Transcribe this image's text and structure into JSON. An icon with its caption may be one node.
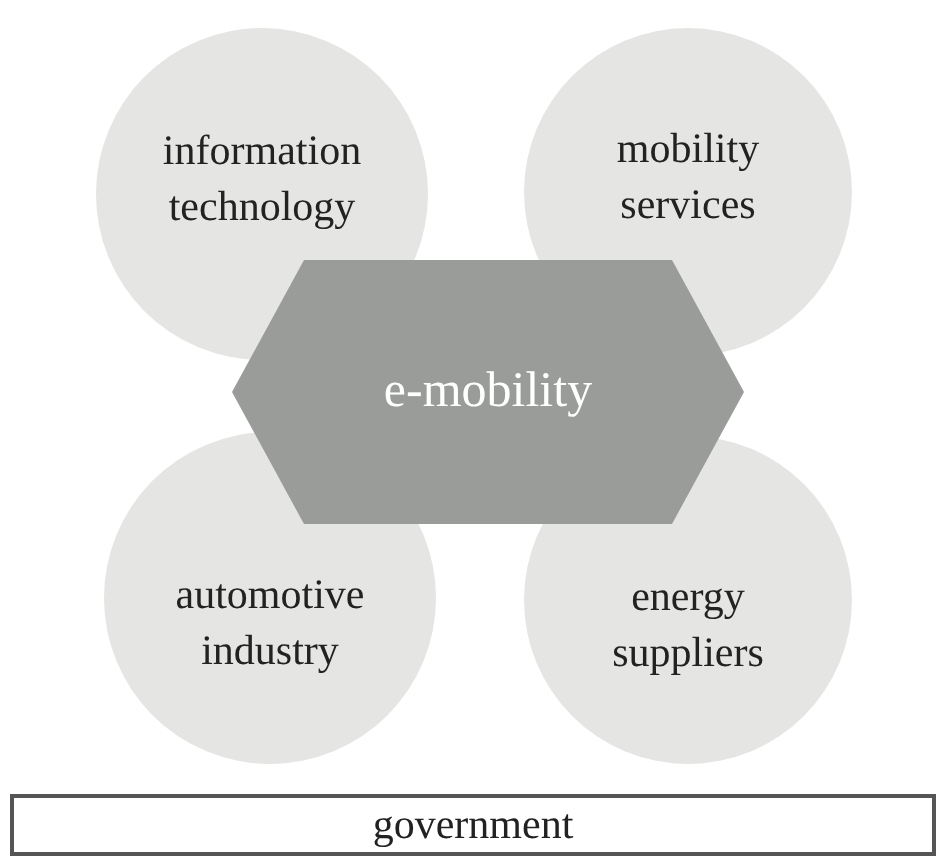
{
  "diagram": {
    "nodes": [
      {
        "text": [
          "information technology"
        ]
      },
      {
        "text": [
          "mobility services"
        ]
      },
      {
        "text": [
          "e-mobility"
        ]
      },
      {
        "text": [
          "automotive industry"
        ]
      },
      {
        "text": [
          "energy suppliers"
        ]
      },
      {
        "text": [
          "government"
        ]
      }
    ]
  }
}
